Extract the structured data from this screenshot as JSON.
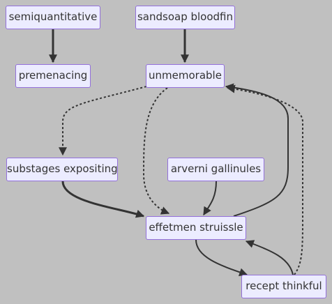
{
  "nodes": {
    "semiquantitative": {
      "label": "semiquantitative"
    },
    "sandsoap_bloodfin": {
      "label": "sandsoap bloodfin"
    },
    "premenacing": {
      "label": "premenacing"
    },
    "unmemorable": {
      "label": "unmemorable"
    },
    "substages_expositing": {
      "label": "substages expositing"
    },
    "arverni_gallinules": {
      "label": "arverni gallinules"
    },
    "effetmen_struissle": {
      "label": "effetmen struissle"
    },
    "recept_thinkful": {
      "label": "recept thinkful"
    }
  },
  "edges": [
    {
      "from": "semiquantitative",
      "to": "premenacing",
      "style": "thick"
    },
    {
      "from": "sandsoap_bloodfin",
      "to": "unmemorable",
      "style": "thick"
    },
    {
      "from": "unmemorable",
      "to": "substages_expositing",
      "style": "dotted"
    },
    {
      "from": "unmemorable",
      "to": "effetmen_struissle",
      "style": "dotted"
    },
    {
      "from": "substages_expositing",
      "to": "effetmen_struissle",
      "style": "thick"
    },
    {
      "from": "arverni_gallinules",
      "to": "effetmen_struissle",
      "style": "normal"
    },
    {
      "from": "effetmen_struissle",
      "to": "unmemorable",
      "style": "normal"
    },
    {
      "from": "effetmen_struissle",
      "to": "recept_thinkful",
      "style": "normal"
    },
    {
      "from": "recept_thinkful",
      "to": "effetmen_struissle",
      "style": "normal"
    },
    {
      "from": "recept_thinkful",
      "to": "unmemorable",
      "style": "dotted"
    }
  ],
  "colors": {
    "background": "#c0c0c0",
    "node_fill": "#ececff",
    "node_border": "#9370db",
    "edge": "#333333",
    "text": "#333333"
  }
}
